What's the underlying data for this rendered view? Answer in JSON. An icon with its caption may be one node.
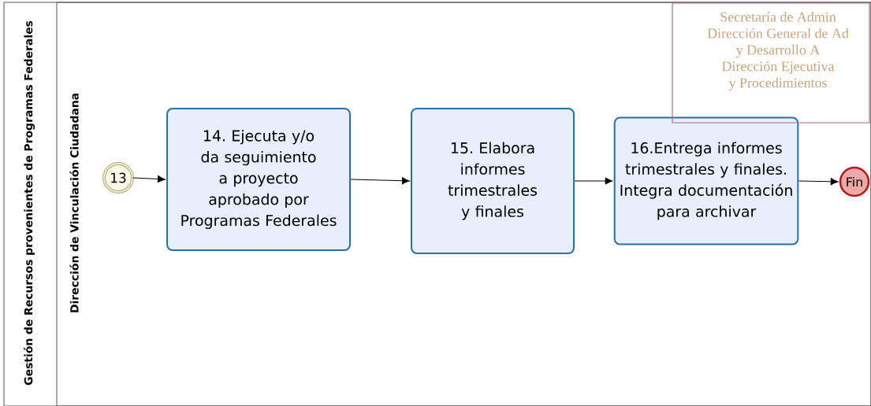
{
  "diagram": {
    "nodes": [
      {
        "text": [
          "Gestión de Recursos provenientes de Programas Federales"
        ]
      },
      {
        "text": [
          "Dirección de Vinculación Ciudadana"
        ],
        "in": 0
      },
      {
        "text": [
          "13"
        ],
        "in": 1
      },
      {
        "text": [
          "14. Ejecuta y/o da seguimiento a proyecto aprobado por Programas Federales"
        ],
        "in": 1
      },
      {
        "text": [
          "15. Elabora informes trimestrales y finales"
        ],
        "in": 1
      },
      {
        "text": [
          "16.Entrega informes trimestrales y finales. Integra documentación para archivar"
        ],
        "in": 1
      },
      {
        "text": [
          "Fin"
        ],
        "in": 1
      },
      {
        "text": [
          "Secretaría  de Admin",
          "Dirección General de Ad",
          "y Desarrollo A",
          "Dirección Ejecutiva",
          "y Procedimientos"
        ],
        "in": 1
      }
    ],
    "edges": [
      {
        "from": 2,
        "to": 3,
        "arrow": "to"
      },
      {
        "from": 3,
        "to": 4,
        "arrow": "to"
      },
      {
        "from": 4,
        "to": 5,
        "arrow": "to"
      },
      {
        "from": 5,
        "to": 6,
        "arrow": "to"
      }
    ]
  }
}
